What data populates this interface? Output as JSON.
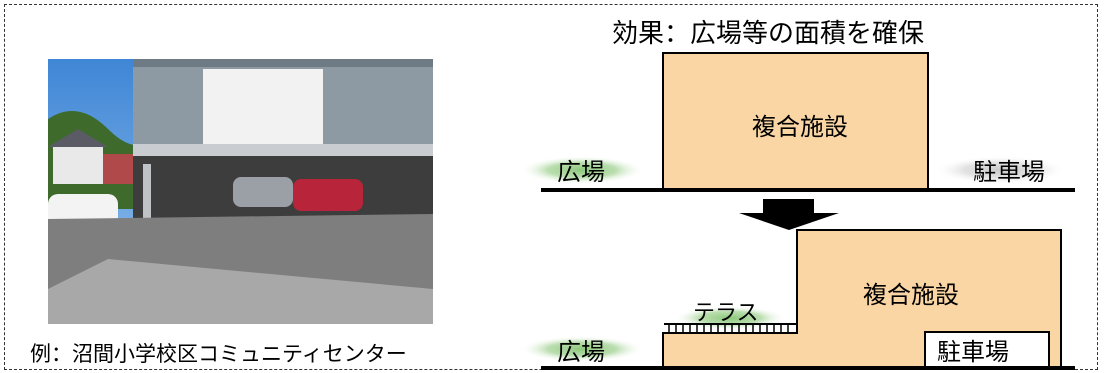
{
  "diagram": {
    "title": "効果：広場等の面積を確保",
    "top": {
      "building_label": "複合施設",
      "left_label": "広場",
      "right_label": "駐車場"
    },
    "bottom": {
      "building_label": "複合施設",
      "terrace_label": "テラス",
      "left_label": "広場",
      "parking_label": "駐車場"
    },
    "colors": {
      "building": "#FAD6A5",
      "green_glow": "#8CC87A",
      "gray_glow": "#CFCFCF",
      "arrow": "#000000"
    }
  },
  "photo": {
    "caption": "例：沼間小学校区コミュニティセンター",
    "subject": "building-with-ground-floor-parking-photo"
  }
}
